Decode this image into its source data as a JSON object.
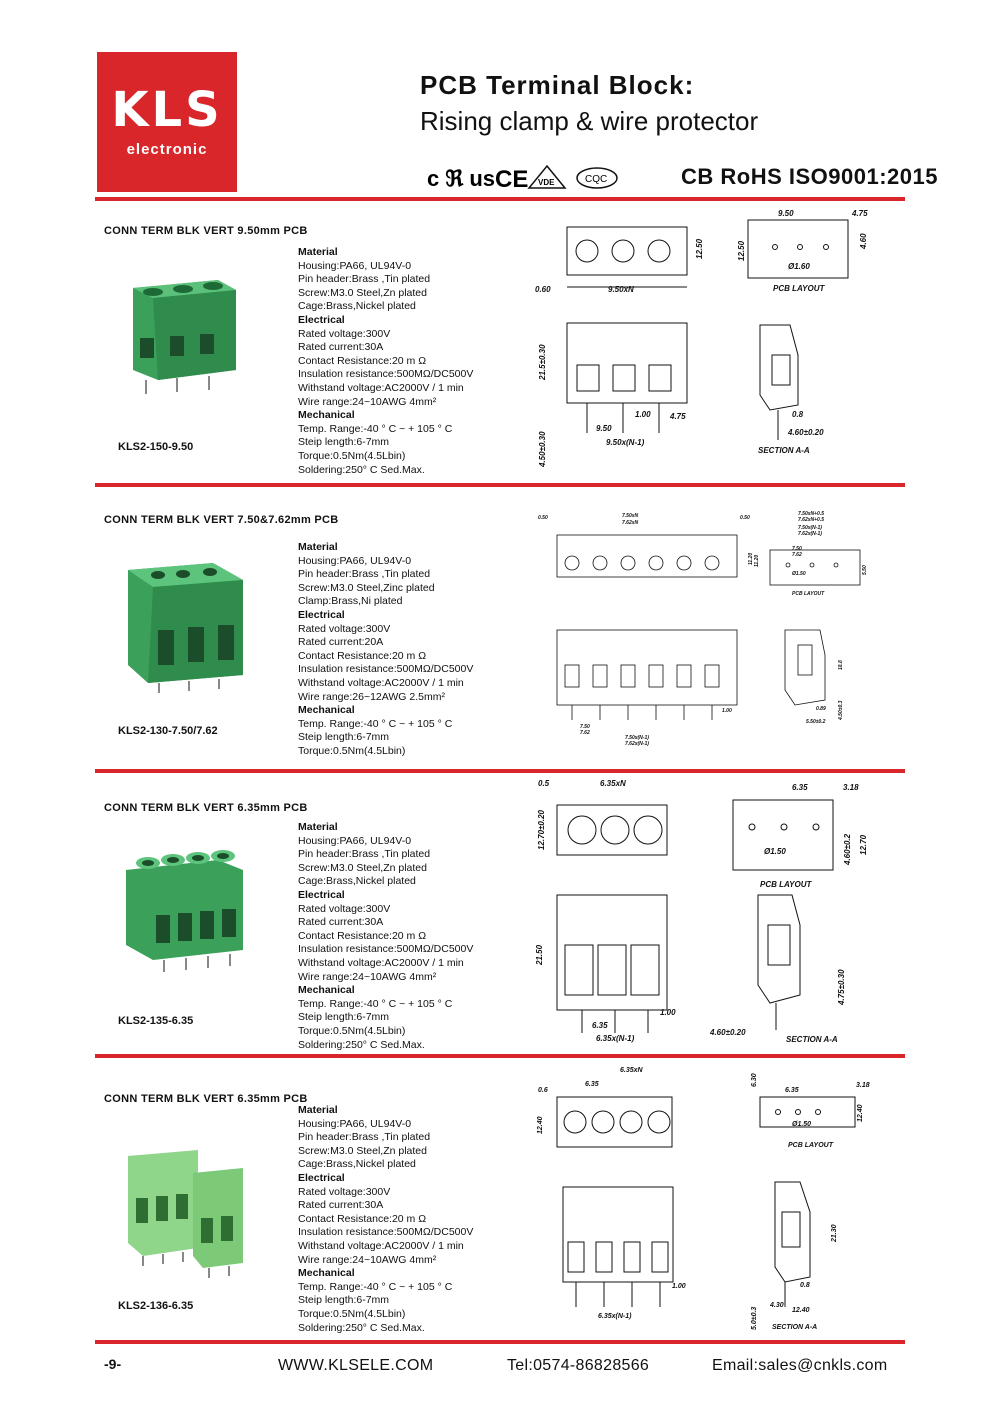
{
  "brand": {
    "logo_main": "KLS",
    "logo_sub": "electronic"
  },
  "header": {
    "title": "PCB Terminal Block:",
    "subtitle": "Rising clamp & wire protector",
    "certifications": "CB RoHS ISO9001:2015",
    "cert_marks": {
      "ul": "c ℜ us",
      "ce": "CE",
      "vde": "VDE",
      "cqc": "CQC"
    }
  },
  "sections": [
    {
      "title": "CONN TERM BLK VERT  9.50mm PCB",
      "model": "KLS2-150-9.50",
      "specs": [
        {
          "h": true,
          "t": "Material"
        },
        {
          "t": "Housing:PA66, UL94V-0"
        },
        {
          "t": "Pin header:Brass ,Tin plated"
        },
        {
          "t": "Screw:M3.0  Steel,Zn plated"
        },
        {
          "t": "Cage:Brass,Nickel plated"
        },
        {
          "h": true,
          "t": "Electrical"
        },
        {
          "t": "Rated voltage:300V"
        },
        {
          "t": "Rated current:30A"
        },
        {
          "t": "Contact Resistance:20 m Ω"
        },
        {
          "t": "Insulation resistance:500MΩ/DC500V"
        },
        {
          "t": "Withstand voltage:AC2000V / 1 min"
        },
        {
          "t": "Wire range:24~10AWG  4mm²"
        },
        {
          "h": true,
          "t": "Mechanical"
        },
        {
          "t": "Temp. Range:-40 ° C ~ + 105 ° C"
        },
        {
          "t": "Steip length:6-7mm"
        },
        {
          "t": "Torque:0.5Nm(4.5Lbin)"
        },
        {
          "t": "Soldering:250° C Sed.Max."
        }
      ],
      "dims": {
        "pitch": "9.50",
        "pitchN": "9.50xN",
        "pitchN1": "9.50x(N-1)",
        "edge": "0.60",
        "height": "12.50",
        "total": "21.5±0.30",
        "pinlen": "4.50±0.30",
        "pin": "1.00",
        "right": "4.75",
        "hole": "Ø1.60",
        "sec": "4.60±0.20",
        "pinw": "0.8",
        "pcbTop": "9.50",
        "pcbRight": "4.75",
        "pcbH": "12.50",
        "pcbSide": "4.60",
        "layout": "PCB  LAYOUT",
        "section": "SECTION  A-A"
      }
    },
    {
      "title": "CONN TERM BLK VERT 7.50&7.62mm PCB",
      "model": "KLS2-130-7.50/7.62",
      "specs": [
        {
          "h": true,
          "t": "Material"
        },
        {
          "t": "Housing:PA66, UL94V-0"
        },
        {
          "t": "Pin header:Brass ,Tin plated"
        },
        {
          "t": "Screw:M3.0  Steel,Zinc plated"
        },
        {
          "t": "Clamp:Brass,Ni plated"
        },
        {
          "h": true,
          "t": "Electrical"
        },
        {
          "t": "Rated voltage:300V"
        },
        {
          "t": "Rated current:20A"
        },
        {
          "t": "Contact Resistance:20 m Ω"
        },
        {
          "t": "Insulation resistance:500MΩ/DC500V"
        },
        {
          "t": "Withstand voltage:AC2000V / 1 min"
        },
        {
          "t": "Wire range:26~12AWG  2.5mm²"
        },
        {
          "h": true,
          "t": "Mechanical"
        },
        {
          "t": "Temp. Range:-40 ° C ~ + 105 ° C"
        },
        {
          "t": "Steip length:6-7mm"
        },
        {
          "t": "Torque:0.5Nm(4.5Lbin)"
        }
      ],
      "dims": {
        "edge": "0.50",
        "edge2": "0.50",
        "pitchN": "7.50xN",
        "pitchN2": "7.62xN",
        "height": "11.20",
        "pin": "1.00",
        "p1": "7.50",
        "p2": "7.62",
        "n1": "7.50x(N-1)",
        "n2": "7.62x(N-1)",
        "tallH": "18.8",
        "pinl": "4.50±0.3",
        "pinw": "0.89",
        "sec": "5.50±0.2",
        "hole": "Ø1.50",
        "pcbA": "7.50xN+0.5",
        "pcbB": "7.62xN+0.5",
        "pcbC": "7.50x(N-1)",
        "pcbD": "7.62x(N-1)",
        "pcbE": "7.50",
        "pcbF": "7.62",
        "pcbH": "11.20",
        "pcbS": "5.50",
        "layout": "PCB LAYOUT"
      }
    },
    {
      "title": "CONN TERM BLK VERT  6.35mm PCB",
      "model": "KLS2-135-6.35",
      "specs": [
        {
          "h": true,
          "t": "Material"
        },
        {
          "t": "Housing:PA66, UL94V-0"
        },
        {
          "t": "Pin header:Brass ,Tin plated"
        },
        {
          "t": "Screw:M3.0  Steel,Zn plated"
        },
        {
          "t": "Cage:Brass,Nickel plated"
        },
        {
          "h": true,
          "t": "Electrical"
        },
        {
          "t": "Rated voltage:300V"
        },
        {
          "t": "Rated current:30A"
        },
        {
          "t": "Contact Resistance:20 m Ω"
        },
        {
          "t": "Insulation resistance:500MΩ/DC500V"
        },
        {
          "t": "Withstand voltage:AC2000V / 1 min"
        },
        {
          "t": "Wire range:24~10AWG  4mm²"
        },
        {
          "h": true,
          "t": "Mechanical"
        },
        {
          "t": "Temp. Range:-40 ° C ~ + 105 ° C"
        },
        {
          "t": "Steip length:6-7mm"
        },
        {
          "t": "Torque:0.5Nm(4.5Lbin)"
        },
        {
          "t": "Soldering:250° C Sed.Max."
        }
      ],
      "dims": {
        "edge": "0.5",
        "pitchN": "6.35xN",
        "height": "12.70±0.20",
        "total": "21.50",
        "pin": "1.00",
        "pitch": "6.35",
        "pitchN1": "6.35x(N-1)",
        "pcbTop": "6.35",
        "pcbRight": "3.18",
        "hole": "Ø1.50",
        "pcbS": "4.60±0.2",
        "pcbH": "12.70",
        "layout": "PCB  LAYOUT",
        "pinl": "4.75±0.30",
        "sec": "4.60±0.20",
        "section": "SECTION  A-A"
      }
    },
    {
      "title": "CONN TERM BLK VERT  6.35mm PCB",
      "model": "KLS2-136-6.35",
      "specs": [
        {
          "h": true,
          "t": "Material"
        },
        {
          "t": "Housing:PA66, UL94V-0"
        },
        {
          "t": "Pin header:Brass ,Tin plated"
        },
        {
          "t": "Screw:M3.0  Steel,Zn plated"
        },
        {
          "t": "Cage:Brass,Nickel plated"
        },
        {
          "h": true,
          "t": "Electrical"
        },
        {
          "t": "Rated voltage:300V"
        },
        {
          "t": "Rated current:30A"
        },
        {
          "t": "Contact Resistance:20 m Ω"
        },
        {
          "t": "Insulation resistance:500MΩ/DC500V"
        },
        {
          "t": "Withstand voltage:AC2000V / 1 min"
        },
        {
          "t": "Wire range:24~10AWG  4mm²"
        },
        {
          "h": true,
          "t": "Mechanical"
        },
        {
          "t": "Temp. Range:-40 ° C ~ + 105 ° C"
        },
        {
          "t": "Steip length:6-7mm"
        },
        {
          "t": "Torque:0.5Nm(4.5Lbin)"
        },
        {
          "t": "Soldering:250° C Sed.Max."
        }
      ],
      "dims": {
        "pitchN": "6.35xN",
        "edge": "0.6",
        "pitch": "6.35",
        "height": "12.40",
        "pin": "1.00",
        "pitchN1": "6.35x(N-1)",
        "pcbTop": "6.35",
        "pcbRight": "3.18",
        "pcbV": "6.30",
        "hole": "Ø1.50",
        "pcbH": "12.40",
        "layout": "PCB  LAYOUT",
        "tall": "21.30",
        "pinw": "0.8",
        "pinl": "5.0±0.3",
        "w1": "4.30",
        "w2": "12.40",
        "section": "SECTION  A-A"
      }
    }
  ],
  "footer": {
    "page": "-9-",
    "website": "WWW.KLSELE.COM",
    "tel": "Tel:0574-86828566",
    "email": "Email:sales@cnkls.com"
  },
  "colors": {
    "brand_red": "#d8262b",
    "connector_green": "#3aa05a",
    "connector_light": "#8fd58a"
  }
}
